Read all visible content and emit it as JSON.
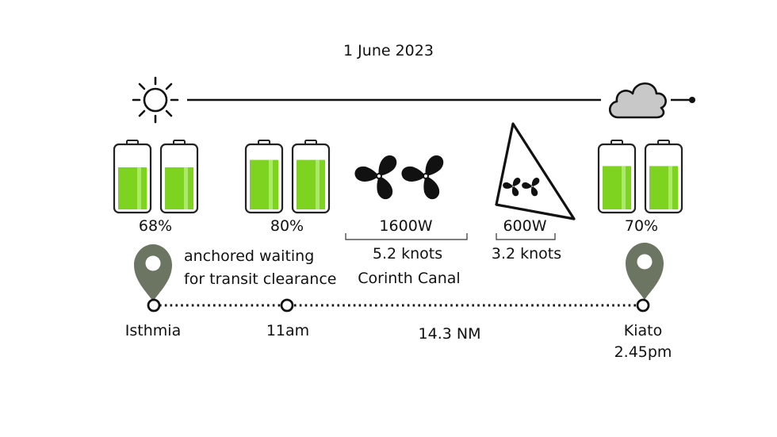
{
  "date": "1 June 2023",
  "weather": {
    "start_icon": "sun-icon",
    "end_icon": "cloud-icon"
  },
  "batteries": [
    {
      "label": "68%",
      "level": 0.68
    },
    {
      "label": "80%",
      "level": 0.8
    },
    {
      "label": "70%",
      "level": 0.7
    }
  ],
  "motor": {
    "power": "1600W",
    "speed": "5.2 knots",
    "place": "Corinth Canal"
  },
  "sail": {
    "power": "600W",
    "speed": "3.2 knots"
  },
  "note": {
    "line1": "anchored waiting",
    "line2": "for transit clearance"
  },
  "route": {
    "start": "Isthmia",
    "mid": "11am",
    "distance": "14.3 NM",
    "end": "Kiato",
    "end_time": "2.45pm"
  },
  "colors": {
    "battery_fill": "#7ed321",
    "marker": "#6b7561",
    "line": "#111111"
  }
}
